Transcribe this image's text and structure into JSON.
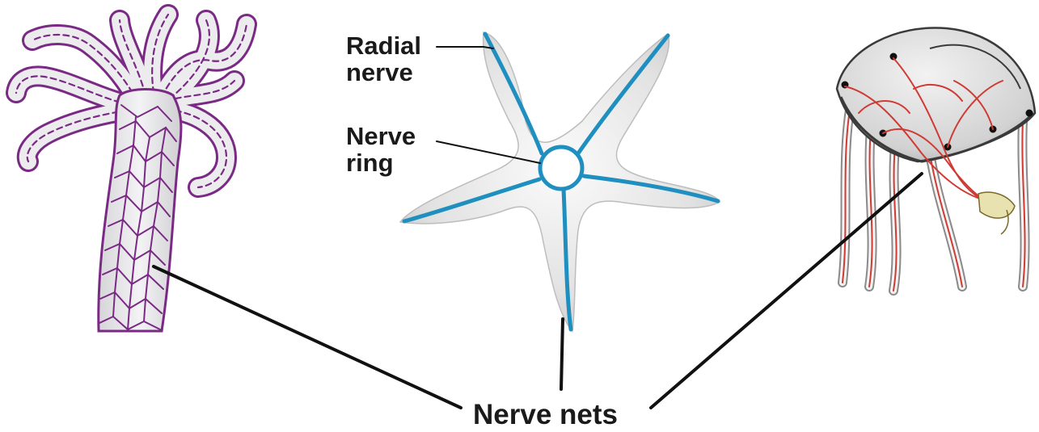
{
  "labels": {
    "radial_nerve": {
      "line1": "Radial",
      "line2": "nerve"
    },
    "nerve_ring": {
      "line1": "Nerve",
      "line2": "ring"
    },
    "nerve_nets": "Nerve nets"
  },
  "organisms": [
    {
      "icon": "hydra-icon",
      "net_color": "#7a2a85"
    },
    {
      "icon": "sea-star-icon",
      "nerve_color": "#1f8fc0"
    },
    {
      "icon": "jellyfish-icon",
      "nerve_color": "#cf3a34"
    }
  ],
  "colors": {
    "body_fill": "#e6e6e6",
    "leader_line": "#111111"
  }
}
